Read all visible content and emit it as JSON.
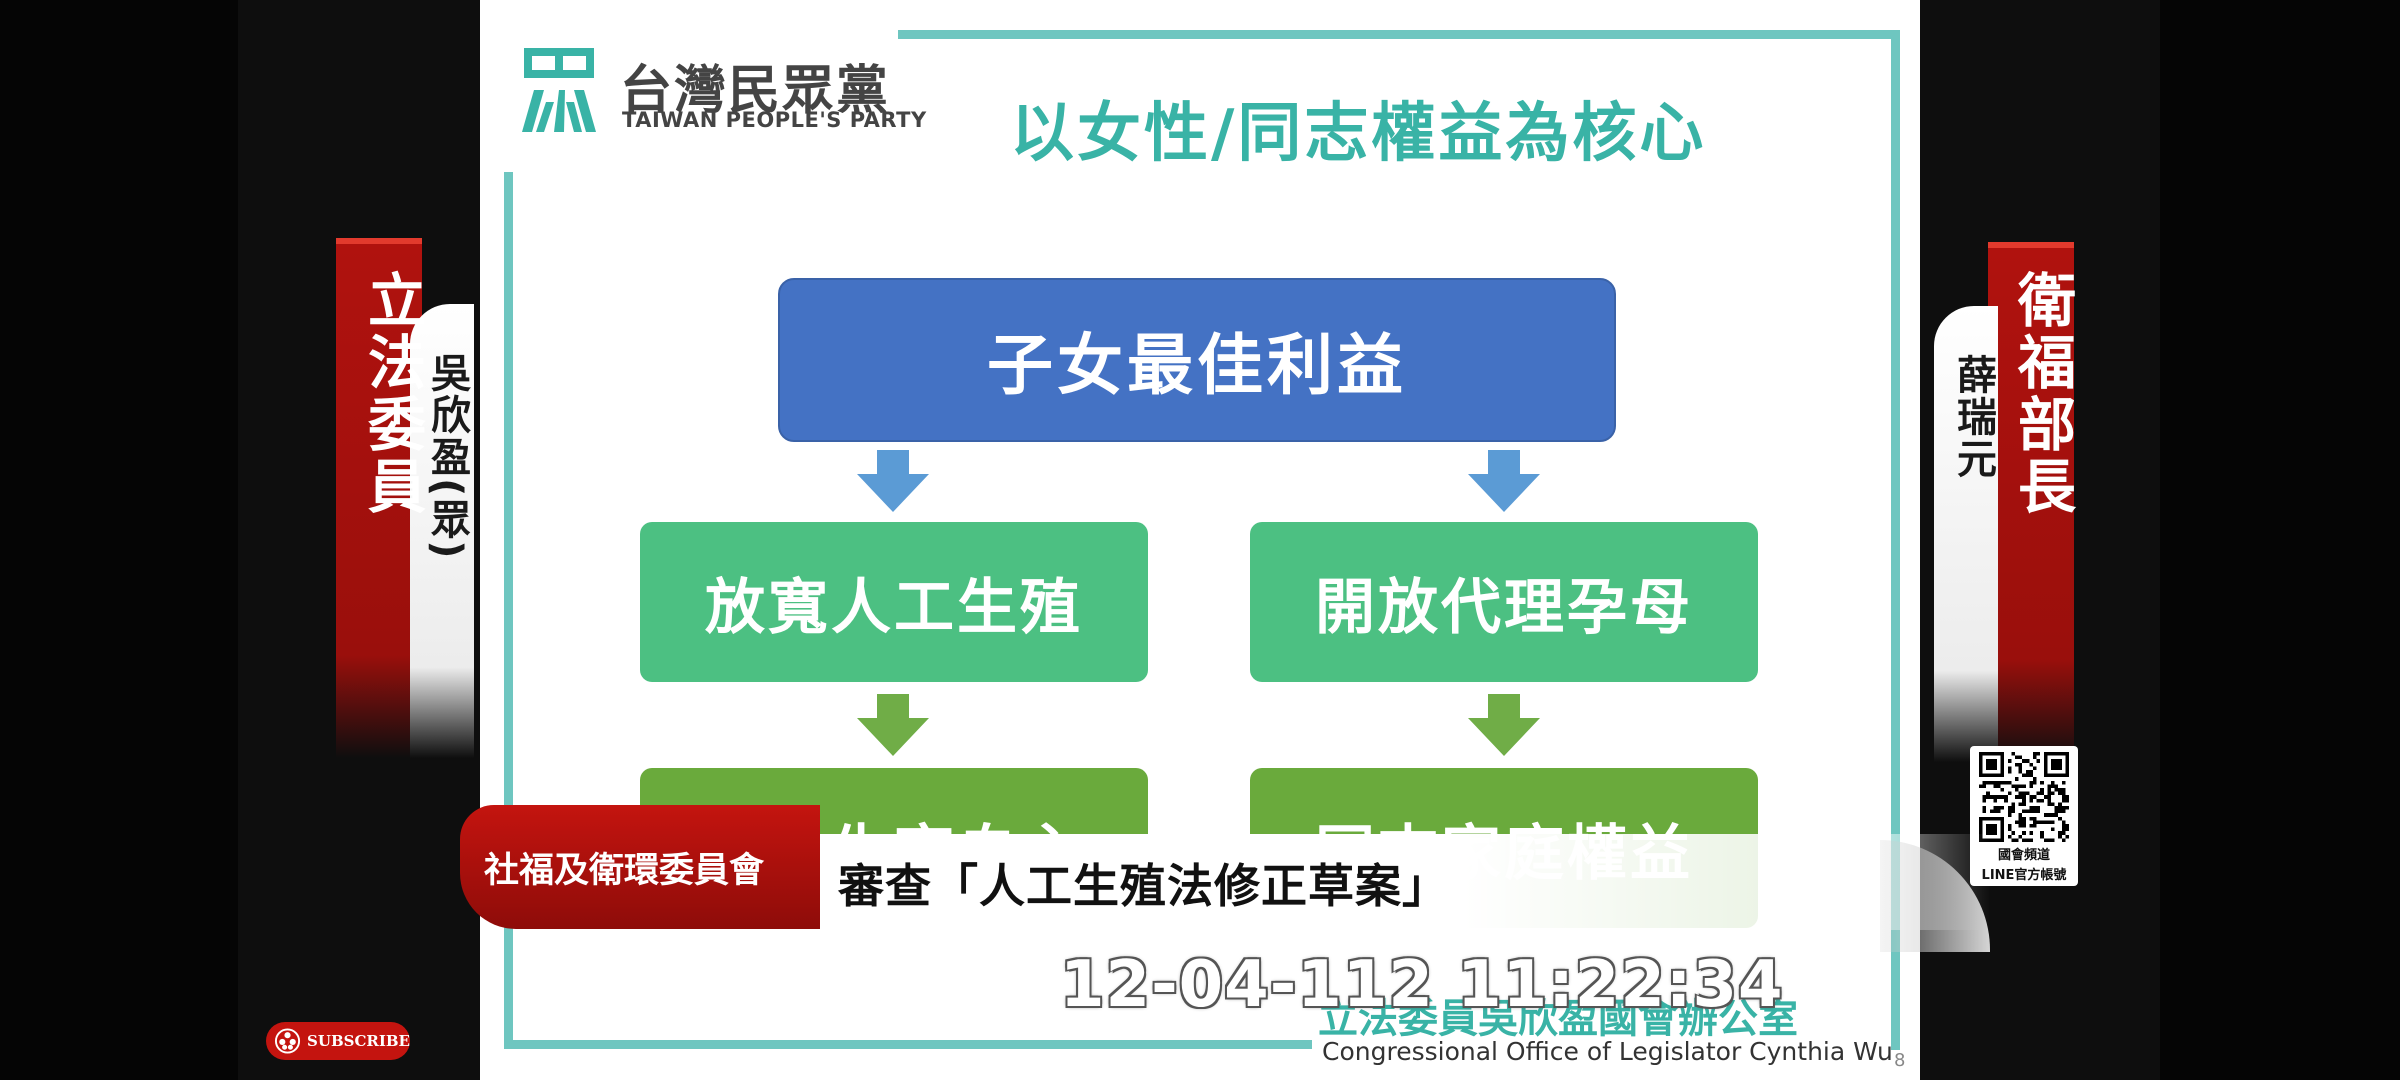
{
  "slide": {
    "party_cn": "台灣民眾黨",
    "party_en": "TAIWAN PEOPLE'S PARTY",
    "title": "以女性/同志權益為核心",
    "box_top": "子女最佳利益",
    "box_left_mid": "放寬人工生殖",
    "box_right_mid": "開放代理孕母",
    "box_left_bottom": "女性生育自主",
    "box_right_bottom": "同志家庭權益",
    "office_cn": "立法委員吳欣盈國會辦公室",
    "office_en": "Congressional Office of Legislator Cynthia Wu",
    "page_number": "8",
    "colors": {
      "accent": "#39b3a6",
      "blue_box": "#4472c4",
      "green_box": "#4cc082",
      "olive_box": "#6aaa3c"
    }
  },
  "left_tag": {
    "title": "立法委員",
    "name": "吳欣盈(眾)"
  },
  "right_tag": {
    "title": "衛福部長",
    "name": "薛瑞元"
  },
  "qr": {
    "line1": "國會頻道",
    "line2": "LINE官方帳號"
  },
  "lower_third": {
    "committee": "社福及衛環委員會",
    "caption": "審查「人工生殖法修正草案」"
  },
  "timestamp": "12-04-112  11:22:34",
  "subscribe": {
    "label": "SUBSCRIBE",
    "icon": "logo-icon"
  }
}
